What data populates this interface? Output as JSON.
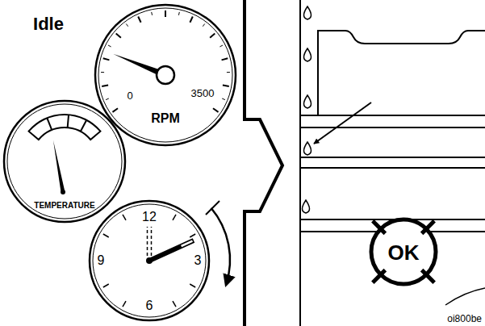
{
  "diagram": {
    "nodes": [
      {
        "text": [
          "Idle",
          "0",
          "3500",
          "RPM"
        ]
      },
      {
        "text": [
          "TEMPERATURE"
        ]
      },
      {
        "text": [
          "12",
          "3",
          "6",
          "9"
        ]
      },
      {
        "text": [
          "OK"
        ]
      }
    ],
    "labels": [
      "oi800be"
    ]
  }
}
